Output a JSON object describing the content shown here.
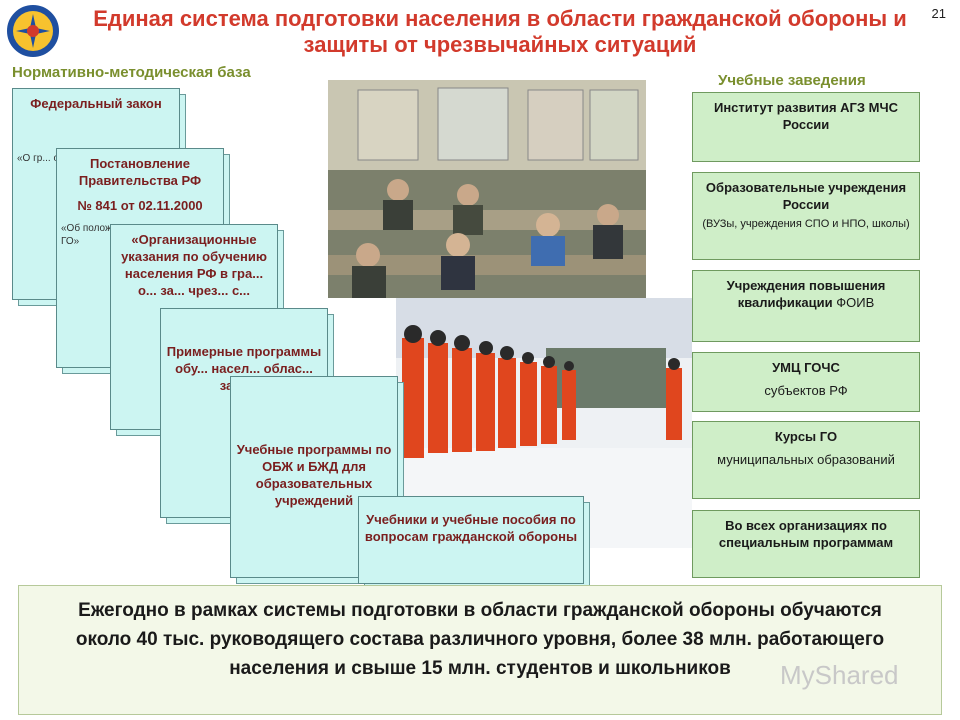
{
  "header": {
    "title": "Единая система подготовки населения в области гражданской обороны и защиты от чрезвычайных ситуаций",
    "slide_number": "21"
  },
  "left_section": {
    "heading": "Нормативно-методическая база",
    "documents": [
      {
        "title": "Федеральный закон",
        "note": "«О гр... оборо..."
      },
      {
        "title": "Постановление Правительства РФ",
        "number": "№ 841 от 02.11.2000",
        "note": "«Об положе... органи... населе... ГО»"
      },
      {
        "title": "«Организационные указания по обучению населения РФ в гра... о... за... чрез... с..."
      },
      {
        "title": "Примерные программы обу... насел... облас... защит..."
      },
      {
        "title": "Учебные программы по ОБЖ и БЖД для образовательных учреждений"
      },
      {
        "title": "Учебники и учебные пособия по вопросам гражданской обороны"
      }
    ]
  },
  "right_section": {
    "heading": "Учебные заведения",
    "items": [
      {
        "title": "Институт развития АГЗ МЧС России"
      },
      {
        "title": "Образовательные учреждения России",
        "sub": "(ВУЗы, учреждения СПО и НПО, школы)"
      },
      {
        "title": "Учреждения повышения квалификации",
        "suffix": " ФОИВ"
      },
      {
        "title": "УМЦ ГОЧС",
        "plain": "субъектов РФ"
      },
      {
        "title": "Курсы ГО",
        "plain": "муниципальных образований"
      },
      {
        "title": "Во всех организациях по специальным программам"
      }
    ]
  },
  "summary": "Ежегодно в рамках системы подготовки в области гражданской обороны обучаются около 40 тыс. руководящего состава различного уровня, более 38 млн. работающего населения и свыше 15 млн. студентов и школьников",
  "watermark": "MyShared"
}
